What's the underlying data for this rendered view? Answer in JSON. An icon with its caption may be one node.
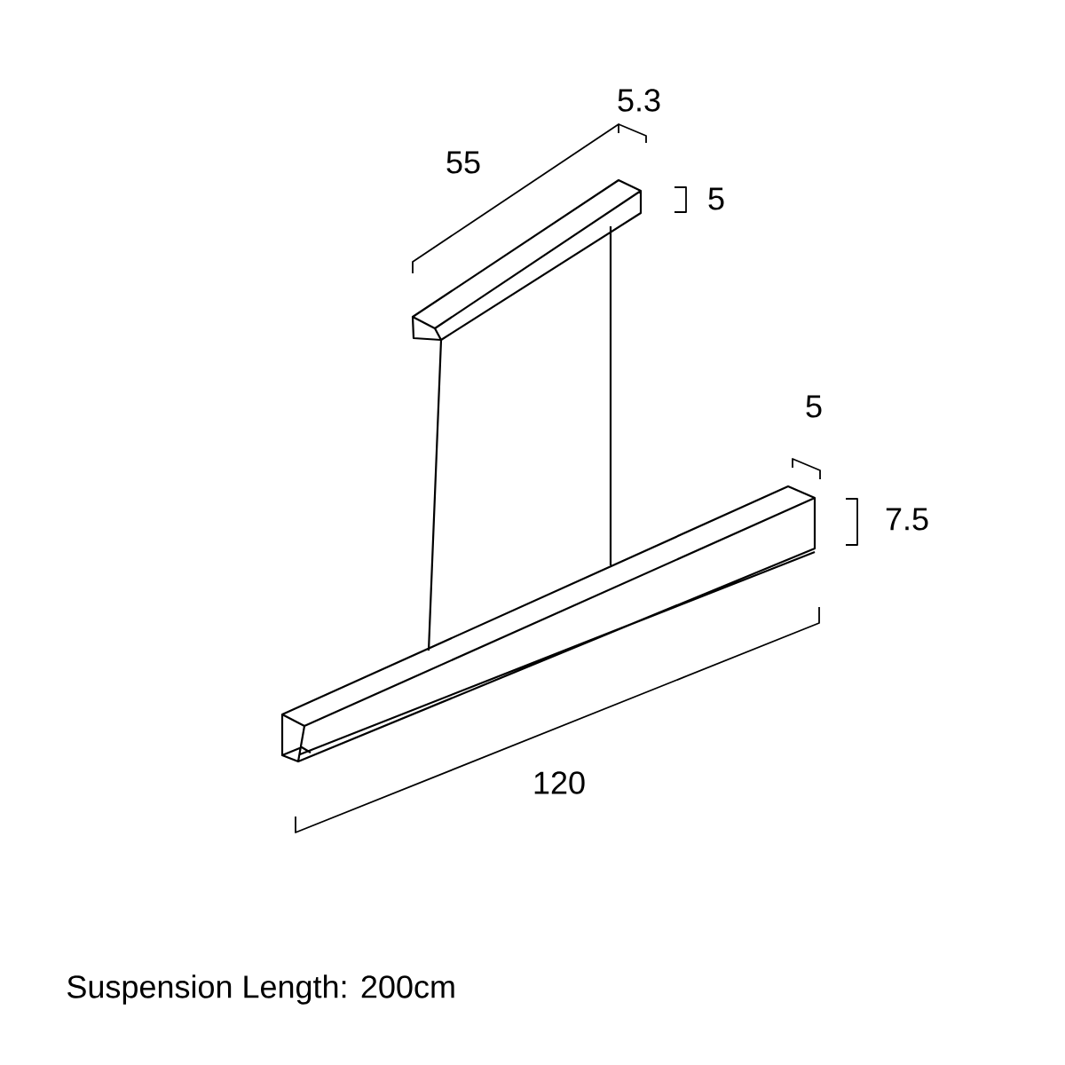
{
  "diagram": {
    "labels": [
      "5.3",
      "55",
      "5",
      "5",
      "7.5",
      "120",
      "Suspension Length: 200cm"
    ]
  }
}
